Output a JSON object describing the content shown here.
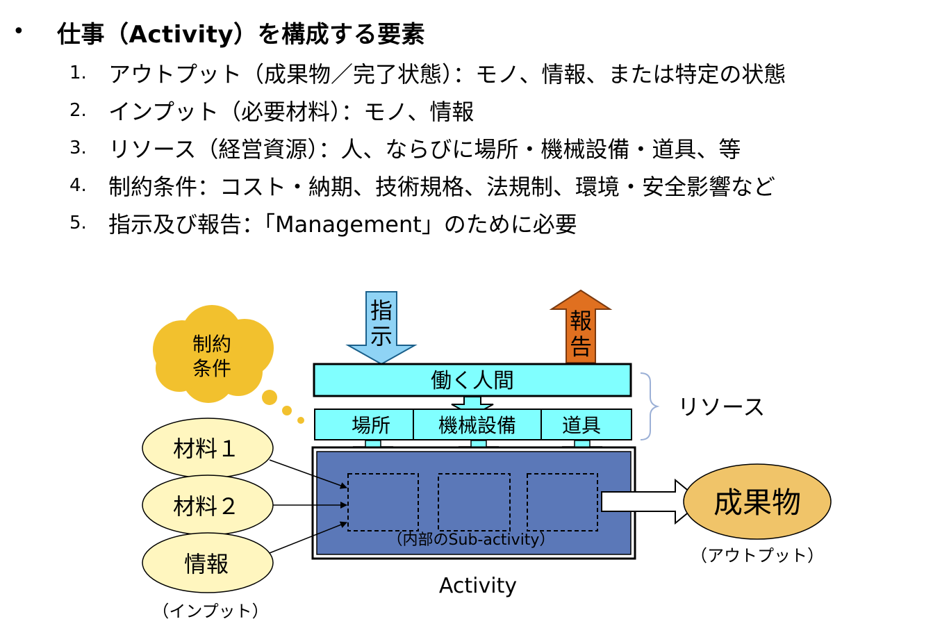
{
  "heading": {
    "bullet": "•",
    "text": "仕事（Activity）を構成する要素"
  },
  "list": [
    {
      "num": "1.",
      "text": "アウトプット（成果物／完了状態）：モノ、情報、または特定の状態"
    },
    {
      "num": "2.",
      "text": "インプット（必要材料）：モノ、情報"
    },
    {
      "num": "3.",
      "text": "リソース（経営資源）：人、ならびに場所・機械設備・道具、等"
    },
    {
      "num": "4.",
      "text": "制約条件：コスト・納期、技術規格、法規制、環境・安全影響など"
    },
    {
      "num": "5.",
      "text": "指示及び報告：「Management」のために必要"
    }
  ],
  "diagram": {
    "instruction_arrow": {
      "line1": "指",
      "line2": "示",
      "color": "#8fd3f5"
    },
    "report_arrow": {
      "line1": "報",
      "line2": "告",
      "color": "#e07020"
    },
    "constraint_cloud": {
      "line1": "制約",
      "line2": "条件",
      "color": "#f2c12e"
    },
    "people_bar": {
      "label": "働く人間",
      "color": "#80ffff"
    },
    "resource_cells": [
      "場所",
      "機械設備",
      "道具"
    ],
    "resource_label": "リソース",
    "inputs": [
      "材料１",
      "材料２",
      "情報"
    ],
    "input_color": "#fff6bf",
    "input_caption": "（インプット）",
    "activity_box": {
      "caption": "（内部のSub-activity）",
      "label": "Activity",
      "color": "#5b78b8"
    },
    "output": {
      "label": "成果物",
      "caption": "（アウトプット）",
      "color": "#f0c469"
    }
  }
}
